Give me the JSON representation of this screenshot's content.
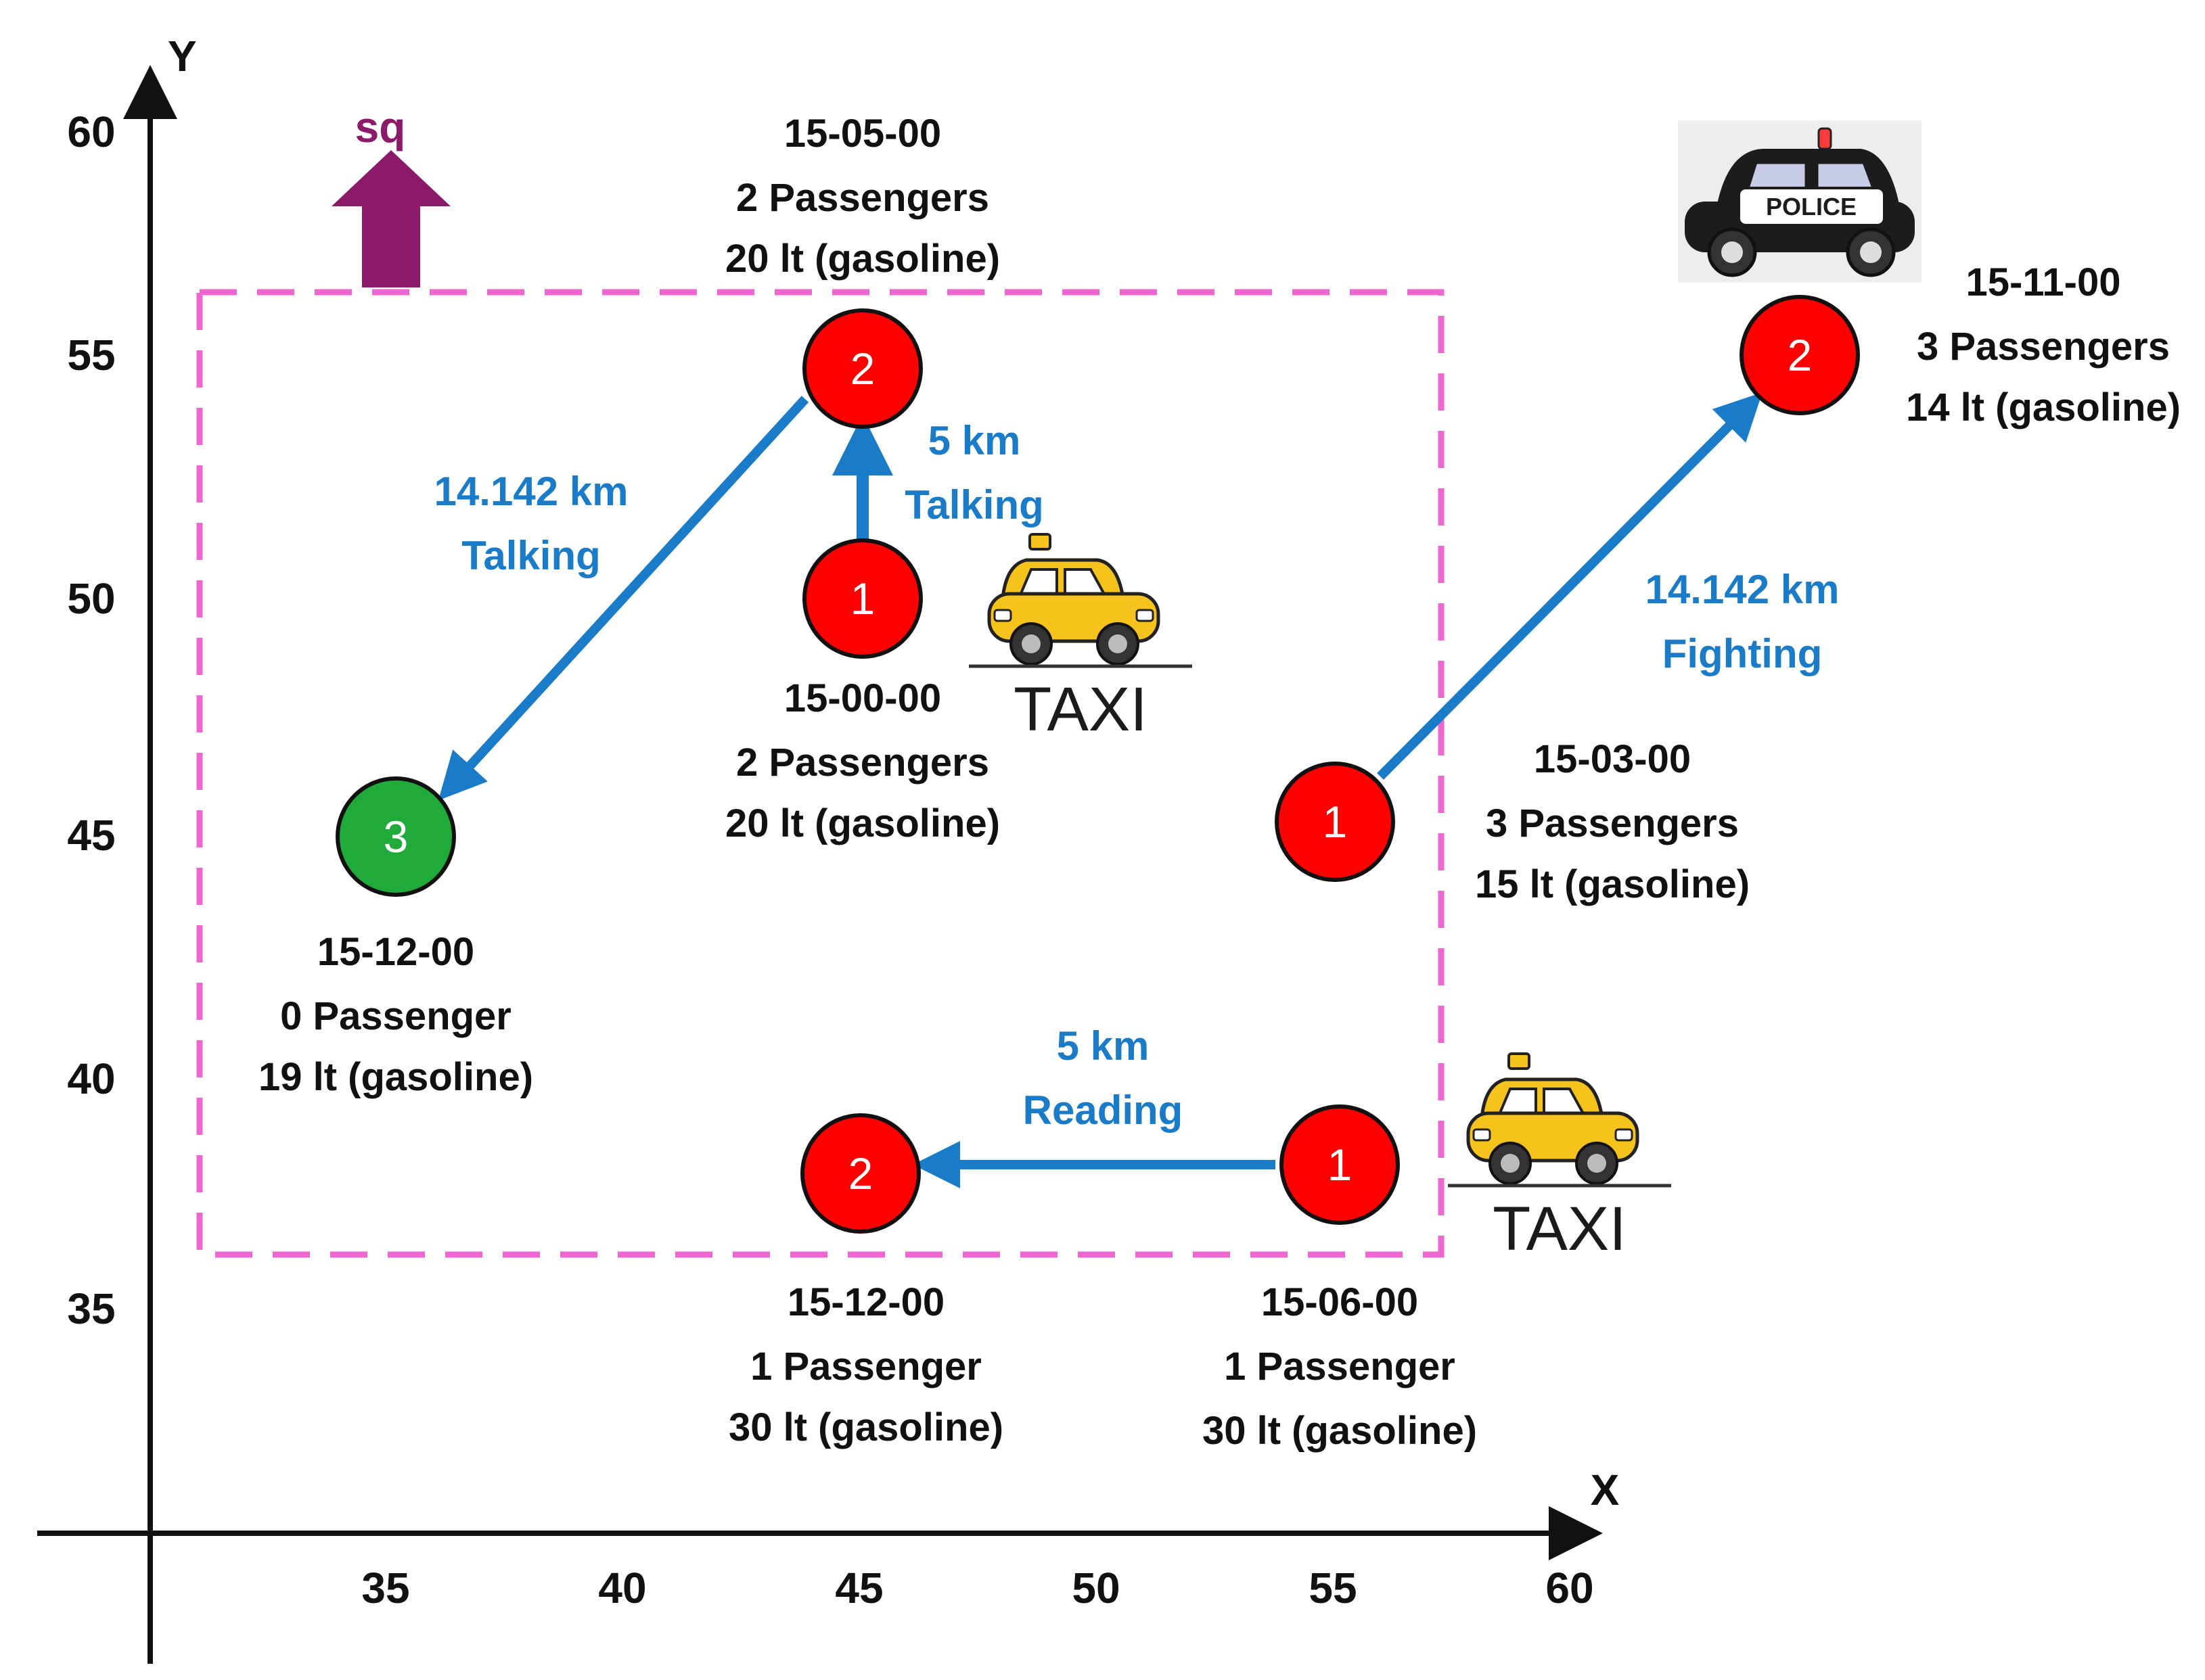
{
  "axes": {
    "x_label": "X",
    "y_label": "Y",
    "x_ticks": [
      "35",
      "40",
      "45",
      "50",
      "55",
      "60"
    ],
    "y_ticks": [
      "60",
      "55",
      "50",
      "45",
      "40",
      "35"
    ]
  },
  "region": {
    "label": "sq",
    "border_color": "#EE66D0",
    "arrow_color": "#8B1A6B"
  },
  "colors": {
    "red_node": "#FF0000",
    "green_node": "#1FAA3A",
    "path": "#1A7CC9",
    "text": "#111111"
  },
  "nodes": [
    {
      "id": "A1",
      "number": "1",
      "color": "red",
      "lines": [
        "15-00-00",
        "2 Passengers",
        "20 lt (gasoline)"
      ]
    },
    {
      "id": "A2",
      "number": "2",
      "color": "red",
      "lines": [
        "15-05-00",
        "2 Passengers",
        "20 lt (gasoline)"
      ]
    },
    {
      "id": "A3",
      "number": "3",
      "color": "green",
      "lines": [
        "15-12-00",
        "0 Passenger",
        "19 lt (gasoline)"
      ]
    },
    {
      "id": "B1",
      "number": "1",
      "color": "red",
      "lines": [
        "15-03-00",
        "3 Passengers",
        "15 lt (gasoline)"
      ]
    },
    {
      "id": "B2",
      "number": "2",
      "color": "red",
      "lines": [
        "15-11-00",
        "3 Passengers",
        "14 lt (gasoline)"
      ]
    },
    {
      "id": "C1",
      "number": "1",
      "color": "red",
      "lines": [
        "15-06-00",
        "1 Passenger",
        "30 lt (gasoline)"
      ]
    },
    {
      "id": "C2",
      "number": "2",
      "color": "red",
      "lines": [
        "15-12-00",
        "1 Passenger",
        "30 lt (gasoline)"
      ]
    }
  ],
  "edges": [
    {
      "from": "A1",
      "to": "A2",
      "distance": "5 km",
      "activity": "Talking"
    },
    {
      "from": "A2",
      "to": "A3",
      "distance": "14.142 km",
      "activity": "Talking"
    },
    {
      "from": "B1",
      "to": "B2",
      "distance": "14.142 km",
      "activity": "Fighting"
    },
    {
      "from": "C1",
      "to": "C2",
      "distance": "5 km",
      "activity": "Reading"
    }
  ],
  "vehicles": [
    {
      "type": "taxi",
      "sign": "TAXI",
      "body_color": "#F6C21C"
    },
    {
      "type": "taxi",
      "sign": "TAXI",
      "body_color": "#F6C21C"
    },
    {
      "type": "police",
      "sign": "POLICE",
      "body_color": "#1c1c1c"
    }
  ]
}
